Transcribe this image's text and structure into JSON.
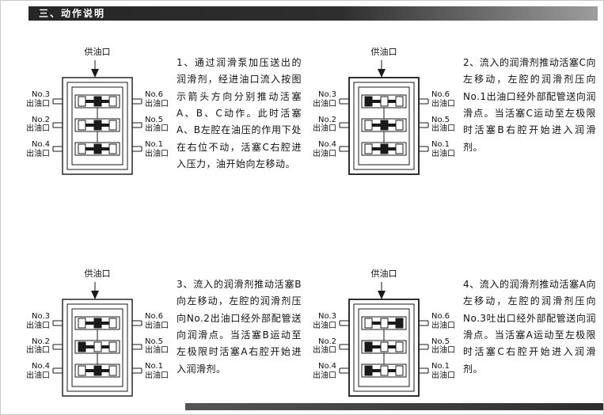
{
  "header": {
    "title": "三、动作说明"
  },
  "colors": {
    "header_bar": "#2e2e2e",
    "line": "#1a1a1a"
  },
  "sections": [
    {
      "diagram": {
        "supply_label": "供油口",
        "left_labels": [
          "No.3\n出油口",
          "No.2\n出油口",
          "No.4\n出油口"
        ],
        "right_labels": [
          "No.6\n出油口",
          "No.5\n出油口",
          "No.1\n出油口"
        ]
      },
      "text": "1、通过润滑泵加压送出的润滑剂，经进油口流入按图示箭头方向分别推动活塞A、B、C动作。此时活塞A、B左腔在油压的作用下处在右位不动，活塞C右腔进入压力，油开始向左移动。"
    },
    {
      "diagram": {
        "supply_label": "供油口",
        "left_labels": [
          "No.3\n出油口",
          "No.2\n出油口",
          "No.4\n出油口"
        ],
        "right_labels": [
          "No.6\n出油口",
          "No.5\n出油口",
          "No.1\n出油口"
        ]
      },
      "text": "2、流入的润滑剂推动活塞C向左移动，左腔的润滑剂压向No.1出油口经外部配管送向润滑点。当活塞C运动至左极限时活塞B右腔开始进入润滑剂。"
    },
    {
      "diagram": {
        "supply_label": "供油口",
        "left_labels": [
          "No.3\n出油口",
          "No.2\n出油口",
          "No.4\n出油口"
        ],
        "right_labels": [
          "No.6\n出油口",
          "No.5\n出油口",
          "No.1\n出油口"
        ]
      },
      "text": "3、流入的润滑剂推动活塞B向左移动，左腔的润滑剂压向No.2出油口经外部配管送向润滑点。当活塞B运动至左极限时活塞A右腔开始进入润滑剂。"
    },
    {
      "diagram": {
        "supply_label": "供油口",
        "left_labels": [
          "No.3\n出油口",
          "No.2\n出油口",
          "No.4\n出油口"
        ],
        "right_labels": [
          "No.6\n出油口",
          "No.5\n出油口",
          "No.1\n出油口"
        ]
      },
      "text": "4、流入的润滑剂推动活塞A向左移动，左腔的润滑剂压向No.3吐出口经外部配管送向润滑点。当活塞A运动至左极限时活塞C右腔开始进入润滑剂。"
    }
  ]
}
